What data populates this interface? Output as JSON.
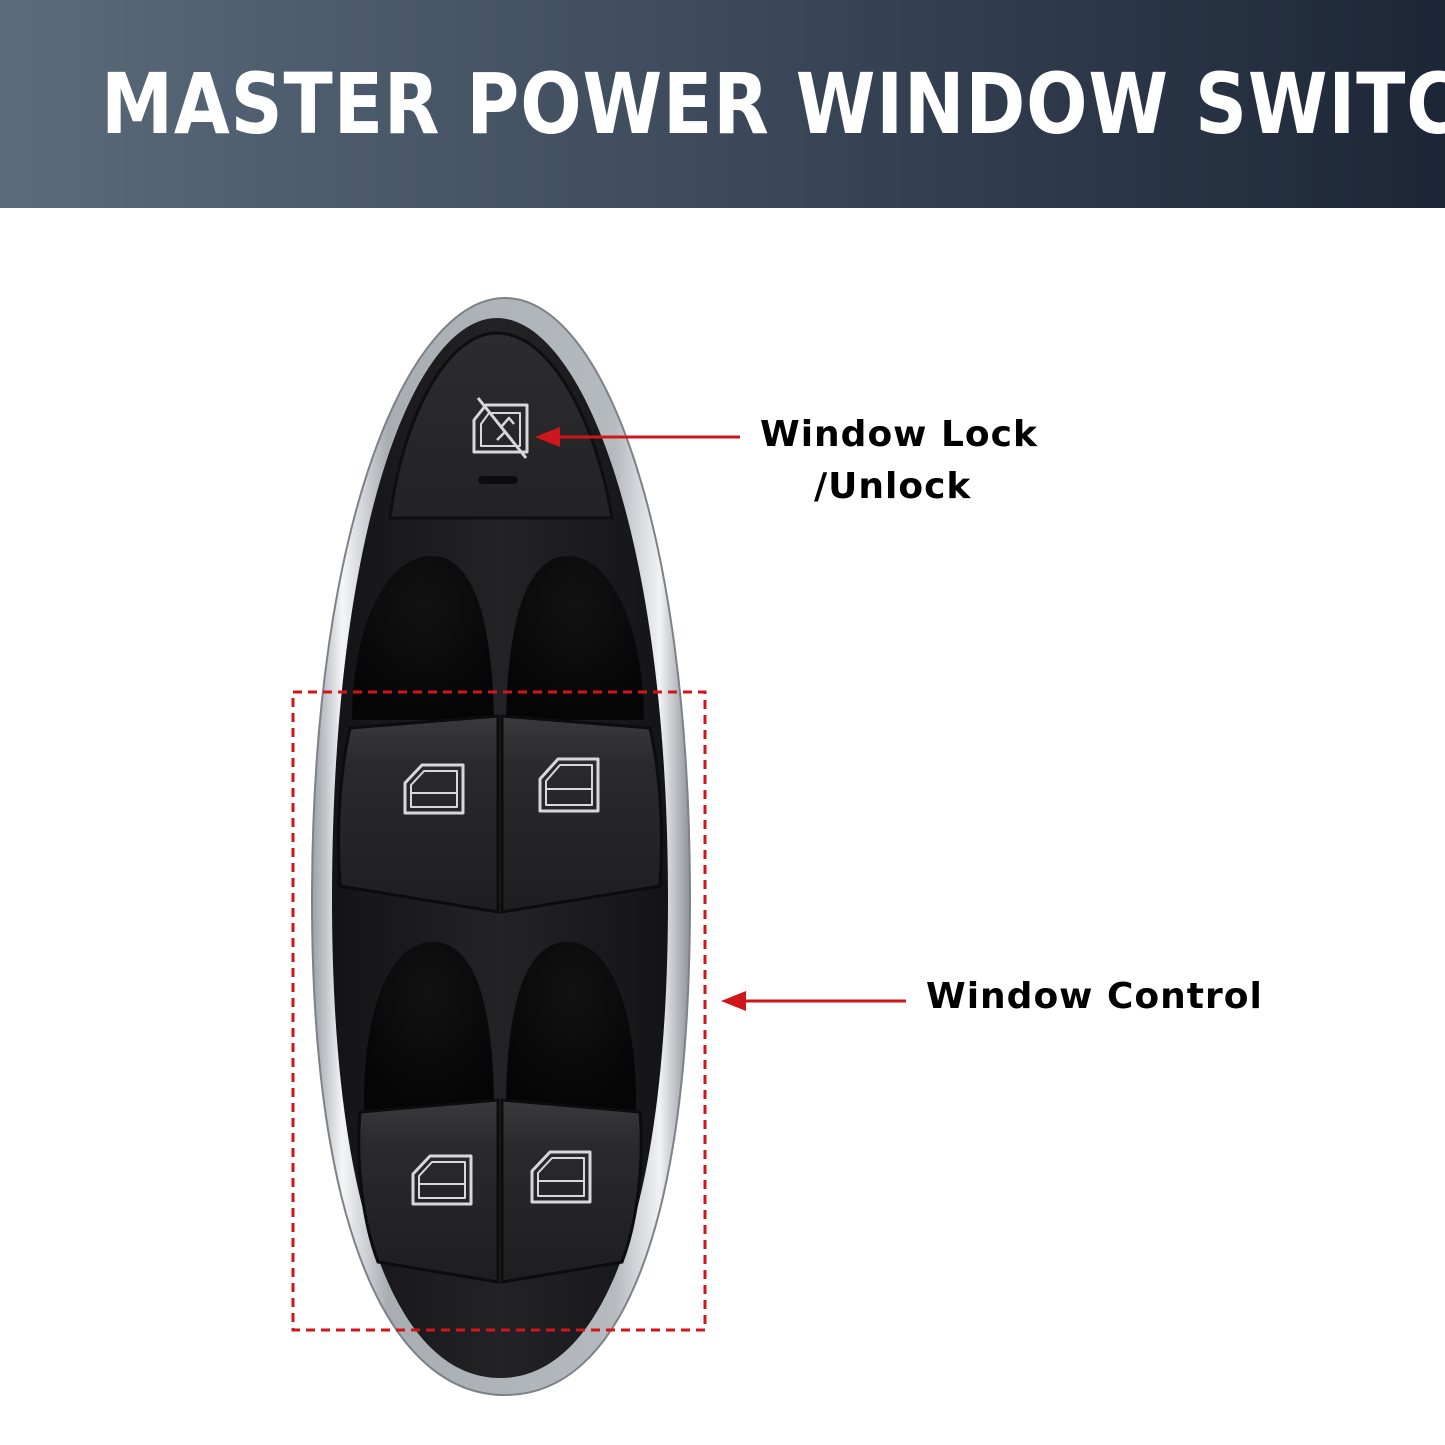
{
  "banner": {
    "title": "MASTER POWER WINDOW SWITCH"
  },
  "callouts": {
    "lock_line1": "Window Lock",
    "lock_line2": "/Unlock",
    "window_control": "Window Control"
  },
  "colors": {
    "banner_left": "#5b6b7c",
    "banner_right": "#1c2637",
    "switch_body": "#1d1d1f",
    "chrome_trim": "#c8ccd0",
    "annotation_red": "#d0161b",
    "icon_stroke": "#d8d8d8"
  },
  "icons": {
    "lock_button": "window-lock-icon",
    "window_buttons": "window-door-icon",
    "arrows": "arrow-left-icon"
  }
}
